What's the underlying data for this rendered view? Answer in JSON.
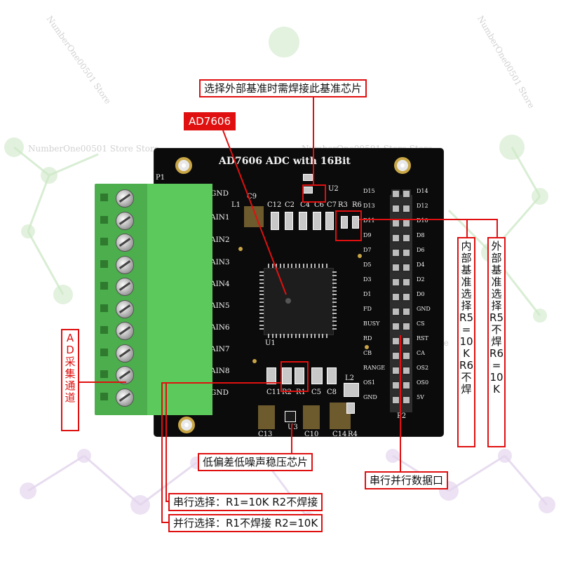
{
  "watermark": "NumberOne00501 Store",
  "watermark_double": "NumberOne00501 Store Store",
  "board": {
    "title": "AD7606  ADC  with  16Bit",
    "left_pins": [
      "GND",
      "AIN1",
      "AIN2",
      "AIN3",
      "AIN4",
      "AIN5",
      "AIN6",
      "AIN7",
      "AIN8",
      "GND"
    ],
    "right_header_left": [
      "D15",
      "D13",
      "D11",
      "D9",
      "D7",
      "D5",
      "D3",
      "D1",
      "FD",
      "BUSY",
      "RD",
      "CB",
      "RANGE",
      "OS1",
      "GND"
    ],
    "right_header_right": [
      "D14",
      "D12",
      "D10",
      "D8",
      "D6",
      "D4",
      "D2",
      "D0",
      "GND",
      "CS",
      "RST",
      "CA",
      "OS2",
      "OS0",
      "5V"
    ],
    "component_labels": [
      "L1",
      "C9",
      "C12",
      "C2",
      "C4",
      "C6",
      "C7",
      "R3",
      "R6",
      "U2",
      "U1",
      "P1",
      "P2",
      "C11",
      "C5",
      "C8",
      "R2",
      "R1",
      "C13",
      "C10",
      "U3",
      "C14",
      "L2",
      "R4"
    ]
  },
  "annotations": {
    "ref_chip": "选择外部基准时需焊接此基准芯片",
    "adc_chip": "AD7606",
    "ad_channel": "AD采集通道",
    "regulator": "低偏差低噪声稳压芯片",
    "serial_select": "串行选择：R1=10K R2不焊接",
    "parallel_select": "并行选择：R1不焊接 R2=10K",
    "data_port": "串行并行数据口",
    "internal_ref": "内部基准选择 R5=10K R6不焊",
    "external_ref": "外部基准选择 R5不焊 R6=10K"
  },
  "colors": {
    "annotation_red": "#e01010",
    "pcb": "#0b0b0b",
    "terminal_green": "#5cc95c"
  }
}
